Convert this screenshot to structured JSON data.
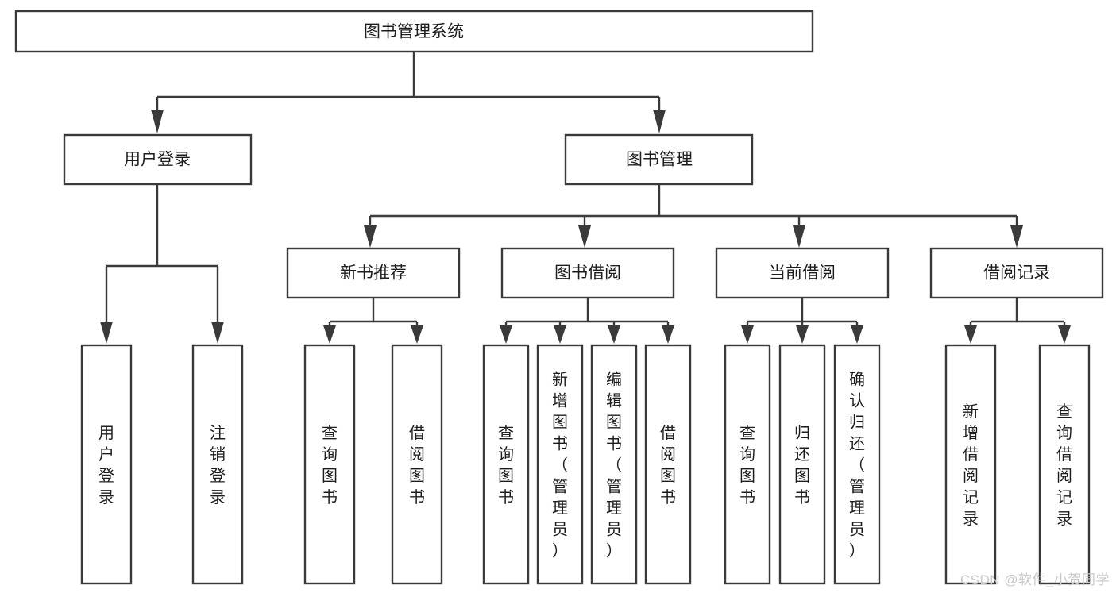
{
  "diagram": {
    "type": "tree-hierarchy",
    "title": "图书管理系统",
    "watermark": "CSDN @软件_小贺同学",
    "colors": {
      "stroke": "#3a3a3a",
      "fill": "#ffffff",
      "text": "#1d1d1d",
      "watermark": "#c9c9c9",
      "background": "#ffffff"
    },
    "root": {
      "label": "图书管理系统"
    },
    "level1": [
      {
        "label": "用户登录"
      },
      {
        "label": "图书管理"
      }
    ],
    "level2": [
      {
        "label": "新书推荐"
      },
      {
        "label": "图书借阅"
      },
      {
        "label": "当前借阅"
      },
      {
        "label": "借阅记录"
      }
    ],
    "leaves": {
      "user_login": [
        {
          "label": "用户登录"
        },
        {
          "label": "注销登录"
        }
      ],
      "new_book_recommend": [
        {
          "label": "查询图书"
        },
        {
          "label": "借阅图书"
        }
      ],
      "book_borrow": [
        {
          "label": "查询图书"
        },
        {
          "label": "新增图书（管理员）"
        },
        {
          "label": "编辑图书（管理员）"
        },
        {
          "label": "借阅图书"
        }
      ],
      "current_borrow": [
        {
          "label": "查询图书"
        },
        {
          "label": "归还图书"
        },
        {
          "label": "确认归还（管理员）"
        }
      ],
      "borrow_record": [
        {
          "label": "新增借阅记录"
        },
        {
          "label": "查询借阅记录"
        }
      ]
    }
  }
}
